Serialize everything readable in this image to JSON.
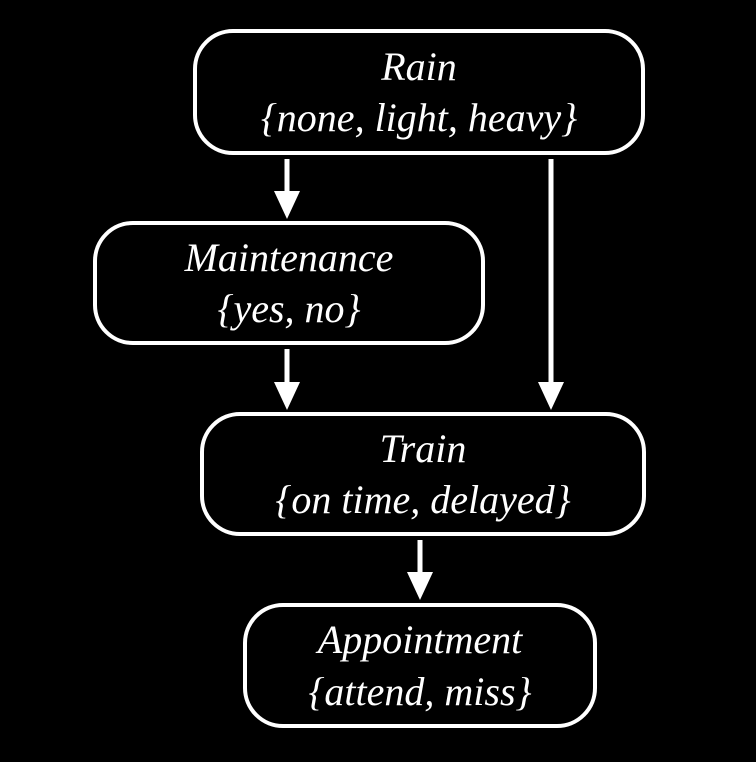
{
  "diagram": {
    "type": "bayesian-network",
    "background_color": "#000000",
    "node_border_color": "#ffffff",
    "node_fill_color": "#000000",
    "text_color": "#ffffff",
    "arrow_color": "#ffffff",
    "nodes": [
      {
        "id": "rain",
        "title": "Rain",
        "values": "{none, light, heavy}"
      },
      {
        "id": "maintenance",
        "title": "Maintenance",
        "values": "{yes, no}"
      },
      {
        "id": "train",
        "title": "Train",
        "values": "{on time, delayed}"
      },
      {
        "id": "appointment",
        "title": "Appointment",
        "values": "{attend, miss}"
      }
    ],
    "edges": [
      {
        "from": "rain",
        "to": "maintenance"
      },
      {
        "from": "rain",
        "to": "train"
      },
      {
        "from": "maintenance",
        "to": "train"
      },
      {
        "from": "train",
        "to": "appointment"
      }
    ]
  }
}
